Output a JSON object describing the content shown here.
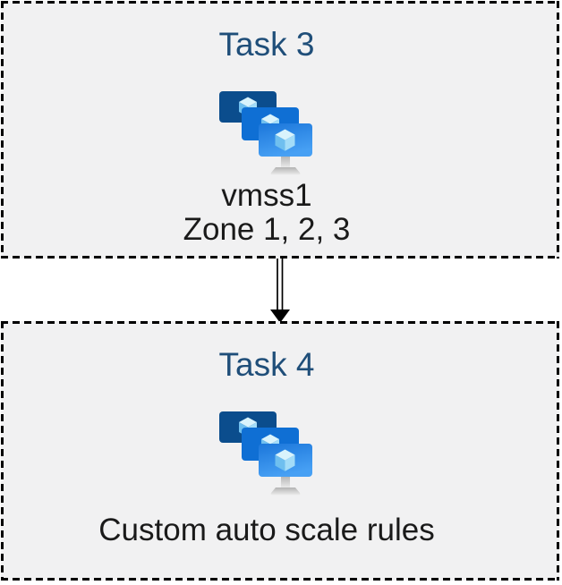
{
  "diagram": {
    "boxes": [
      {
        "title": "Task 3",
        "icon": "vm-scale-sets-icon",
        "label_lines": [
          "vmss1",
          "Zone 1, 2, 3"
        ]
      },
      {
        "title": "Task 4",
        "icon": "vm-scale-sets-icon",
        "label_lines": [
          "Custom auto scale rules"
        ]
      }
    ],
    "connector": {
      "shape": "double-line-arrow",
      "direction": "down",
      "from": "Task 3",
      "to": "Task 4"
    },
    "colors": {
      "title_text": "#1F4E79",
      "label_text": "#1A1A1A",
      "box_fill": "#F1F1F2",
      "box_border": "#000000",
      "page_background": "#FFFFFF",
      "arrow": "#000000",
      "icon_monitor_back": "#0B4D8D",
      "icon_monitor_middle": "#0F6FD4",
      "icon_monitor_front_start": "#1B76DA",
      "icon_monitor_front_end": "#47A0F4",
      "icon_cube_top": "#D9F3FC",
      "icon_cube_left": "#6FBFEF",
      "icon_cube_right": "#A3DCF8",
      "icon_stand_dark": "#B3B3B3",
      "icon_stand_light": "#EDEDED"
    }
  }
}
